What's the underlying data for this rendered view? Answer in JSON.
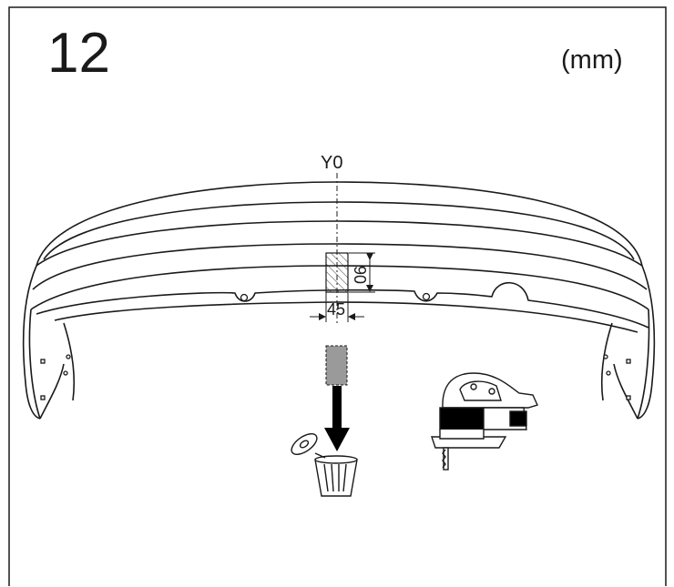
{
  "step": {
    "number": "12"
  },
  "units": {
    "label": "(mm)"
  },
  "reference": {
    "axis_label": "Y0"
  },
  "cutout": {
    "height": "90",
    "width": "45"
  },
  "icons": {
    "discard": "trash-can-icon",
    "tool": "jigsaw-icon",
    "direction": "arrow-down-icon"
  }
}
